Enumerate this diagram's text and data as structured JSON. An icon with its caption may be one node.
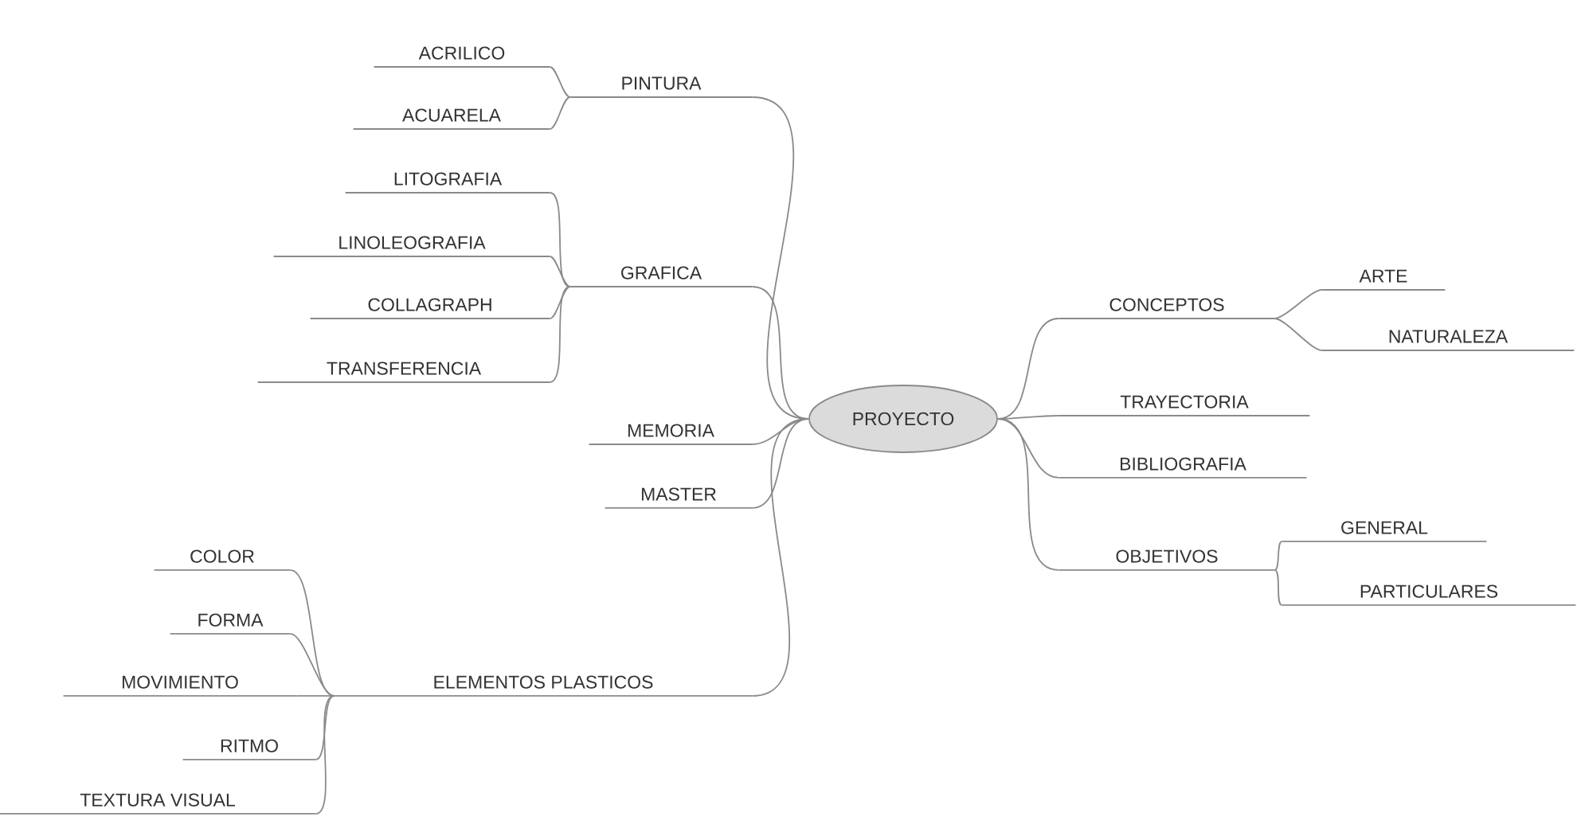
{
  "diagram": {
    "nodes": [
      {
        "text": [
          "PROYECTO"
        ]
      },
      {
        "text": [
          "PINTURA"
        ]
      },
      {
        "text": [
          "ACRILICO"
        ]
      },
      {
        "text": [
          "ACUARELA"
        ]
      },
      {
        "text": [
          "GRAFICA"
        ]
      },
      {
        "text": [
          "LITOGRAFIA"
        ]
      },
      {
        "text": [
          "LINOLEOGRAFIA"
        ]
      },
      {
        "text": [
          "COLLAGRAPH"
        ]
      },
      {
        "text": [
          "TRANSFERENCIA"
        ]
      },
      {
        "text": [
          "MEMORIA"
        ]
      },
      {
        "text": [
          "MASTER"
        ]
      },
      {
        "text": [
          "ELEMENTOS PLASTICOS"
        ]
      },
      {
        "text": [
          "COLOR"
        ]
      },
      {
        "text": [
          "FORMA"
        ]
      },
      {
        "text": [
          "MOVIMIENTO"
        ]
      },
      {
        "text": [
          "RITMO"
        ]
      },
      {
        "text": [
          "TEXTURA VISUAL"
        ]
      },
      {
        "text": [
          "CONCEPTOS"
        ]
      },
      {
        "text": [
          "ARTE"
        ]
      },
      {
        "text": [
          "NATURALEZA"
        ]
      },
      {
        "text": [
          "TRAYECTORIA"
        ]
      },
      {
        "text": [
          "BIBLIOGRAFIA"
        ]
      },
      {
        "text": [
          "OBJETIVOS"
        ]
      },
      {
        "text": [
          "GENERAL"
        ]
      },
      {
        "text": [
          "PARTICULARES"
        ]
      }
    ],
    "edges": [
      {
        "from": 0,
        "to": 1,
        "arrow": "none"
      },
      {
        "from": 1,
        "to": 2,
        "arrow": "none"
      },
      {
        "from": 1,
        "to": 3,
        "arrow": "none"
      },
      {
        "from": 0,
        "to": 4,
        "arrow": "none"
      },
      {
        "from": 4,
        "to": 5,
        "arrow": "none"
      },
      {
        "from": 4,
        "to": 6,
        "arrow": "none"
      },
      {
        "from": 4,
        "to": 7,
        "arrow": "none"
      },
      {
        "from": 4,
        "to": 8,
        "arrow": "none"
      },
      {
        "from": 0,
        "to": 9,
        "arrow": "none"
      },
      {
        "from": 0,
        "to": 10,
        "arrow": "none"
      },
      {
        "from": 0,
        "to": 11,
        "arrow": "none"
      },
      {
        "from": 11,
        "to": 12,
        "arrow": "none"
      },
      {
        "from": 11,
        "to": 13,
        "arrow": "none"
      },
      {
        "from": 11,
        "to": 14,
        "arrow": "none"
      },
      {
        "from": 11,
        "to": 15,
        "arrow": "none"
      },
      {
        "from": 11,
        "to": 16,
        "arrow": "none"
      },
      {
        "from": 0,
        "to": 17,
        "arrow": "none"
      },
      {
        "from": 17,
        "to": 18,
        "arrow": "none"
      },
      {
        "from": 17,
        "to": 19,
        "arrow": "none"
      },
      {
        "from": 0,
        "to": 20,
        "arrow": "none"
      },
      {
        "from": 0,
        "to": 21,
        "arrow": "none"
      },
      {
        "from": 0,
        "to": 22,
        "arrow": "none"
      },
      {
        "from": 22,
        "to": 23,
        "arrow": "none"
      },
      {
        "from": 22,
        "to": 24,
        "arrow": "none"
      }
    ]
  }
}
